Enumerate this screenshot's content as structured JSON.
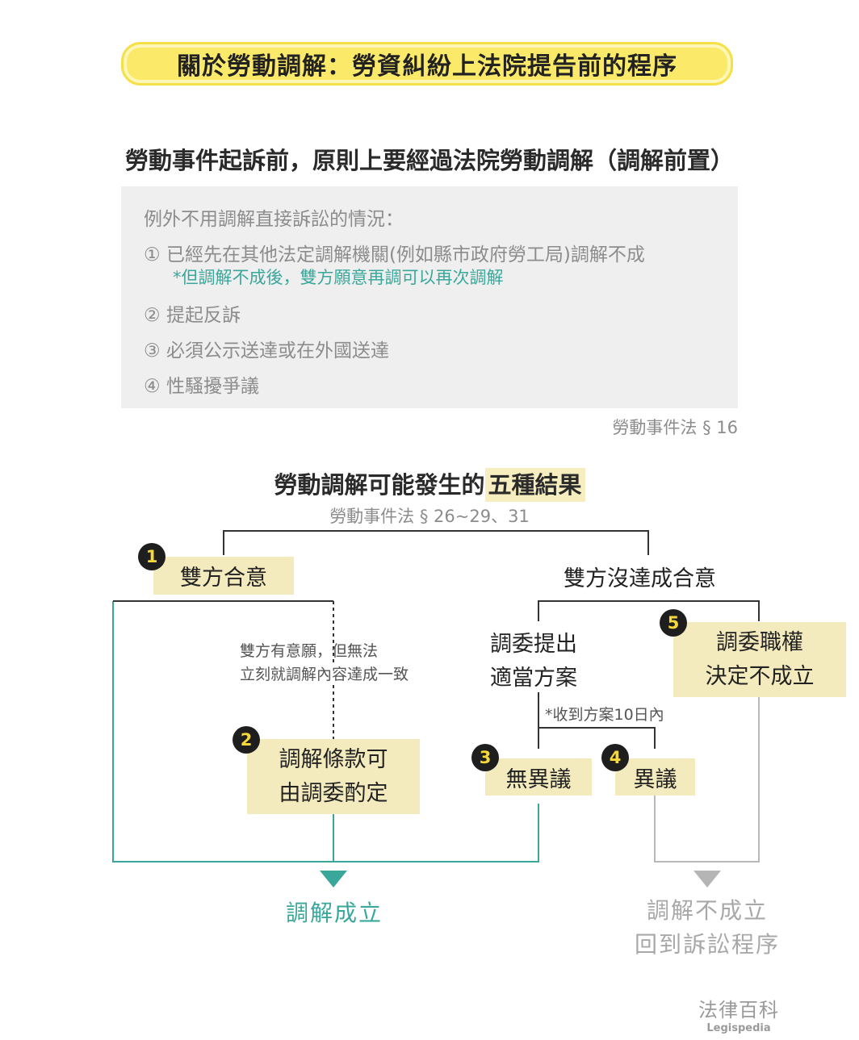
{
  "title": "關於勞動調解：勞資糾紛上法院提告前的程序",
  "subtitle": "勞動事件起訴前，原則上要經過法院勞動調解（調解前置）",
  "exceptions": {
    "intro": "例外不用調解直接訴訟的情況：",
    "items": [
      {
        "num": "①",
        "text": "已經先在其他法定調解機關(例如縣市政府勞工局)調解不成"
      },
      {
        "num": "②",
        "text": "提起反訴"
      },
      {
        "num": "③",
        "text": "必須公示送達或在外國送達"
      },
      {
        "num": "④",
        "text": "性騷擾爭議"
      }
    ],
    "note": "*但調解不成後，雙方願意再調可以再次調解"
  },
  "exceptions_source": "勞動事件法 § 16",
  "outcomes": {
    "heading_prefix": "勞動調解可能發生的",
    "heading_highlight": "五種結果",
    "source": "勞動事件法 § 26~29、31",
    "agree": "雙方合意",
    "not_agree": "雙方沒達成合意",
    "cannot_agree_line1": "雙方有意願，但無法",
    "cannot_agree_line2": "立刻就調解內容達成一致",
    "terms_line1": "調解條款可",
    "terms_line2": "由調委酌定",
    "propose_line1": "調委提出",
    "propose_line2": "適當方案",
    "ten_days": "*收到方案10日內",
    "no_objection": "無異議",
    "objection": "異議",
    "authority_line1": "調委職權",
    "authority_line2": "決定不成立",
    "badges": [
      "1",
      "2",
      "3",
      "4",
      "5"
    ],
    "success": "調解成立",
    "fail_line1": "調解不成立",
    "fail_line2": "回到訴訟程序"
  },
  "logo": {
    "cn": "法律百科",
    "en": "Legispedia"
  },
  "colors": {
    "highlight": "#f3ebbd",
    "title_yellow": "#fbe96a",
    "teal": "#3aa79b",
    "gray": "#a8a8a8"
  }
}
